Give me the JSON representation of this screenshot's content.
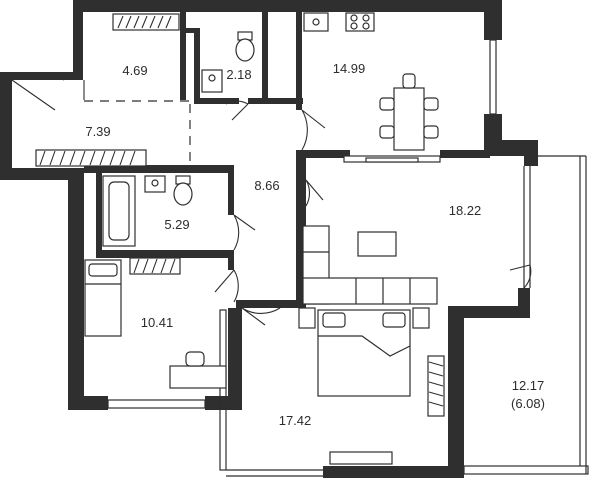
{
  "rooms": [
    {
      "id": "room-storage",
      "area": "4.69"
    },
    {
      "id": "room-toilet",
      "area": "2.18"
    },
    {
      "id": "room-kitchen",
      "area": "14.99"
    },
    {
      "id": "room-hallway",
      "area": "7.39"
    },
    {
      "id": "room-corridor",
      "area": "8.66"
    },
    {
      "id": "room-bathroom",
      "area": "5.29"
    },
    {
      "id": "room-living",
      "area": "18.22"
    },
    {
      "id": "room-bedroom-small",
      "area": "10.41"
    },
    {
      "id": "room-bedroom-master",
      "area": "17.42"
    },
    {
      "id": "room-balcony",
      "area": "12.17",
      "area_reduced": "(6.08)"
    }
  ],
  "colors": {
    "wall": "#2f2f2f",
    "background": "#ffffff",
    "text": "#2d2d2d"
  },
  "icons": [
    "toilet-icon",
    "sink-icon",
    "bathtub-icon",
    "stove-icon",
    "dining-table-icon",
    "sofa-icon",
    "tv-icon",
    "double-bed-icon",
    "single-bed-icon",
    "desk-icon",
    "chair-icon",
    "wardrobe-icon"
  ]
}
